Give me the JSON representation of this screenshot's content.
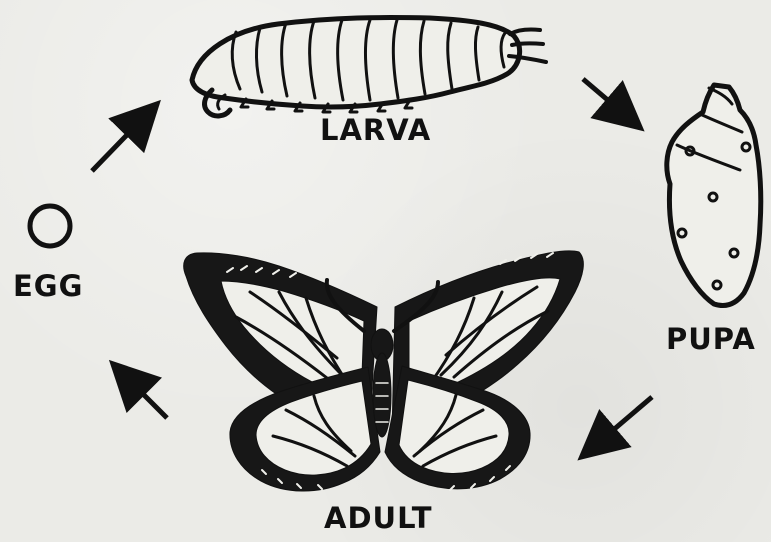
{
  "diagram": {
    "stages": [
      {
        "id": "egg",
        "label": "EGG"
      },
      {
        "id": "larva",
        "label": "LARVA"
      },
      {
        "id": "pupa",
        "label": "PUPA"
      },
      {
        "id": "adult",
        "label": "ADULT"
      }
    ],
    "flow": [
      "egg",
      "larva",
      "pupa",
      "adult",
      "egg"
    ],
    "icons": {
      "egg": "egg-icon",
      "larva": "larva-illustration",
      "pupa": "pupa-illustration",
      "adult": "butterfly-illustration",
      "arrow": "arrow-icon"
    },
    "colors": {
      "ink": "#111111",
      "paper": "#ebebe7"
    }
  }
}
